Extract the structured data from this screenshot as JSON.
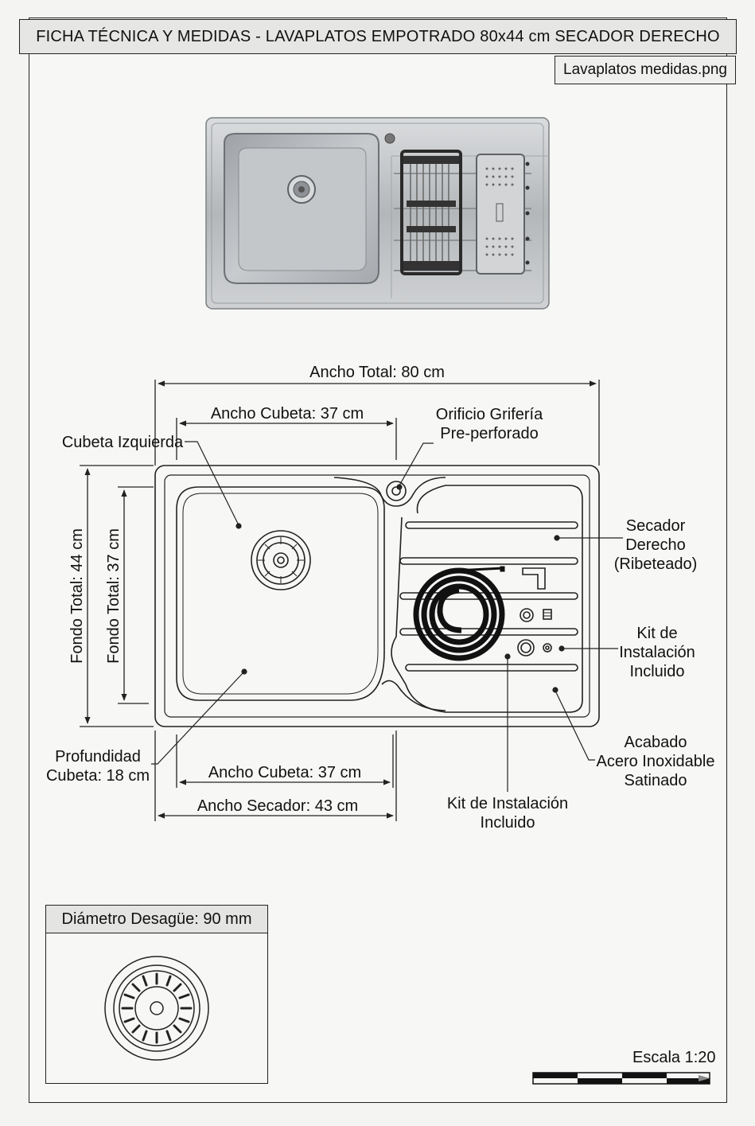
{
  "title": "FICHA TÉCNICA Y MEDIDAS - LAVAPLATOS EMPOTRADO 80x44 cm SECADOR DERECHO",
  "filename": "Lavaplatos medidas.png",
  "dimensions": {
    "ancho_total": "Ancho Total: 80 cm",
    "ancho_cubeta_top": "Ancho Cubeta: 37 cm",
    "ancho_cubeta_bottom": "Ancho Cubeta: 37 cm",
    "ancho_secador": "Ancho Secador: 43 cm",
    "fondo_total_44": "Fondo Total: 44 cm",
    "fondo_total_37": "Fondo Total: 37 cm"
  },
  "callouts": {
    "cubeta_izquierda": "Cubeta Izquierda",
    "orificio_line1": "Orificio Grifería",
    "orificio_line2": "Pre-perforado",
    "secador_line1": "Secador",
    "secador_line2": "Derecho",
    "secador_line3": "(Ribeteado)",
    "kit_right_line1": "Kit de",
    "kit_right_line2": "Instalación",
    "kit_right_line3": "Incluido",
    "acabado_line1": "Acabado",
    "acabado_line2": "Acero Inoxidable",
    "acabado_line3": "Satinado",
    "kit_bottom_line1": "Kit de Instalación",
    "kit_bottom_line2": "Incluido",
    "profundidad_line1": "Profundidad",
    "profundidad_line2": "Cubeta: 18 cm"
  },
  "drain_detail": {
    "label": "Diámetro Desagüe: 90 mm"
  },
  "scale": {
    "label": "Escala 1:20"
  },
  "colors": {
    "line": "#222222",
    "steel": "#b9bcbf",
    "steel_dark": "#8c9094",
    "background": "#f7f7f5"
  }
}
